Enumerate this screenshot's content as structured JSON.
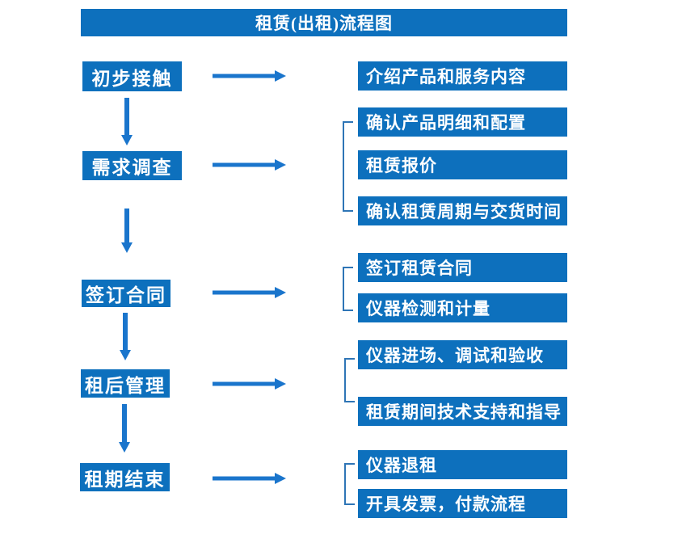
{
  "flowchart": {
    "title": "租赁(出租)流程图",
    "steps": [
      {
        "label": "初步接触",
        "details": [
          "介绍产品和服务内容"
        ]
      },
      {
        "label": "需求调查",
        "details": [
          "确认产品明细和配置",
          "租赁报价",
          "确认租赁周期与交货时间"
        ]
      },
      {
        "label": "签订合同",
        "details": [
          "签订租赁合同",
          "仪器检测和计量"
        ]
      },
      {
        "label": "租后管理",
        "details": [
          "仪器进场、调试和验收",
          "租赁期间技术支持和指导"
        ]
      },
      {
        "label": "租期结束",
        "details": [
          "仪器退租",
          "开具发票，付款流程"
        ]
      }
    ],
    "colors": {
      "box_blue": "#0d70bd",
      "arrow_blue": "#1a75cc",
      "bracket_blue": "#2e75b6",
      "text_white": "#ffffff"
    }
  }
}
